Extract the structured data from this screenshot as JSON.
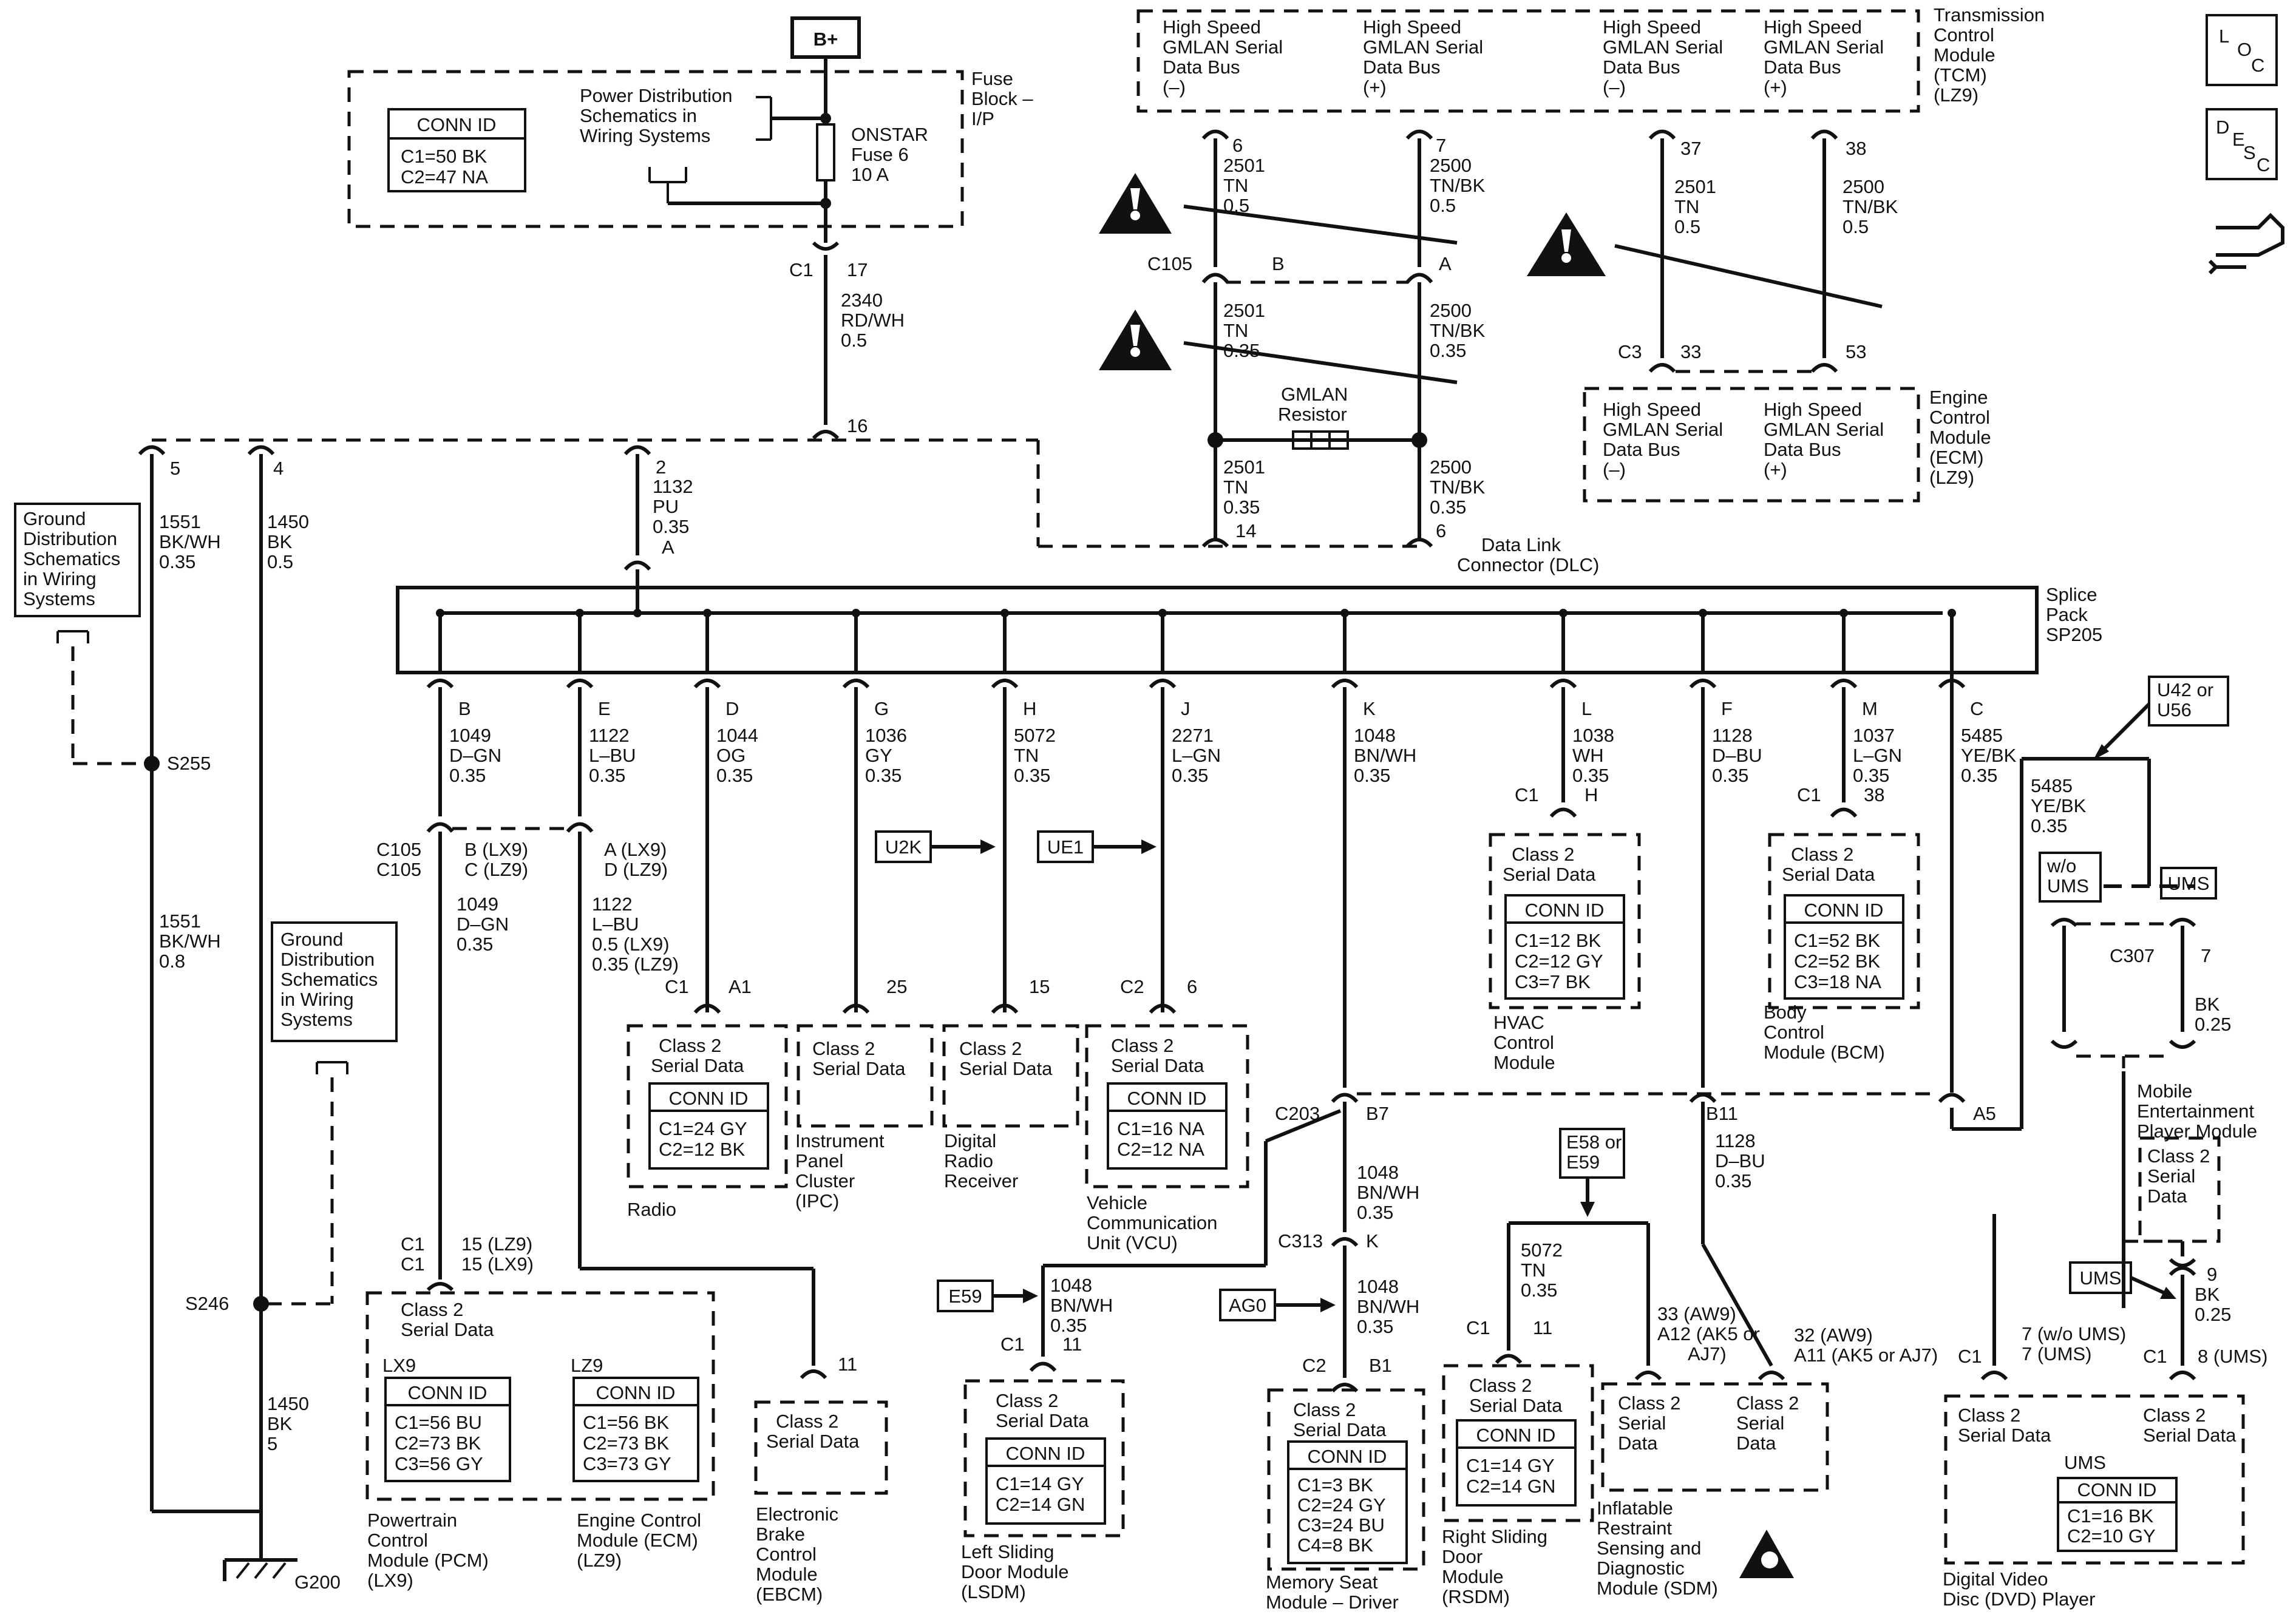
{
  "power": {
    "label": "B+"
  },
  "fuse_block": {
    "label": "Fuse Block – I/P",
    "conn_id_title": "CONN ID",
    "conn_id": [
      "C1=50 BK",
      "C2=47 NA"
    ],
    "power_dist": "Power Distribution Schematics in Wiring Systems",
    "fuse": "ONSTAR Fuse 6 10 A"
  },
  "feed": {
    "conn": "C1",
    "pin": "17",
    "circuit": "2340",
    "color": "RD/WH",
    "gauge": "0.5",
    "splice_pin": "16"
  },
  "ground": {
    "distribution_1": "Ground Distribution Schematics in Wiring Systems",
    "distribution_2": "Ground Distribution Schematics in Wiring Systems",
    "pin5": "5",
    "pin4": "4",
    "w1": [
      "1551",
      "BK/WH",
      "0.35"
    ],
    "w2": [
      "1450",
      "BK",
      "0.5"
    ],
    "w3": [
      "1551",
      "BK/WH",
      "0.8"
    ],
    "w4": [
      "1450",
      "BK",
      "5"
    ],
    "s255": "S255",
    "s246": "S246",
    "g200": "G200"
  },
  "dlc": {
    "label": "Data Link Connector (DLC)",
    "resistor": "GMLAN Resistor",
    "c105": "C105",
    "pins": [
      "6",
      "7",
      "B",
      "A",
      "14",
      "6"
    ],
    "w_top_left": [
      "2501",
      "TN",
      "0.5"
    ],
    "w_top_right": [
      "2500",
      "TN/BK",
      "0.5"
    ],
    "w_mid_left": [
      "2501",
      "TN",
      "0.35"
    ],
    "w_mid_right": [
      "2500",
      "TN/BK",
      "0.35"
    ],
    "w_bot_left": [
      "2501",
      "TN",
      "0.35"
    ],
    "w_bot_right": [
      "2500",
      "TN/BK",
      "0.35"
    ]
  },
  "tcm": {
    "label": "Transmission Control Module (TCM) (LZ9)",
    "buses": [
      "High Speed GMLAN Serial Data Bus (–)",
      "High Speed GMLAN Serial Data Bus (+)",
      "High Speed GMLAN Serial Data Bus (–)",
      "High Speed GMLAN Serial Data Bus (+)"
    ],
    "pins": [
      "37",
      "38"
    ],
    "w_left": [
      "2501",
      "TN",
      "0.5"
    ],
    "w_right": [
      "2500",
      "TN/BK",
      "0.5"
    ]
  },
  "ecm_top": {
    "label": "Engine Control Module (ECM) (LZ9)",
    "buses": [
      "High Speed GMLAN Serial Data Bus (–)",
      "High Speed GMLAN Serial Data Bus (+)"
    ],
    "conn": "C3",
    "pins": [
      "33",
      "53"
    ]
  },
  "splice_pack": {
    "label": "Splice Pack SP205",
    "input_pin": "A",
    "input_wire": [
      "2",
      "1132",
      "PU",
      "0.35"
    ]
  },
  "branches": [
    {
      "pin": "B",
      "wire": [
        "1049",
        "D–GN",
        "0.35"
      ]
    },
    {
      "pin": "E",
      "wire": [
        "1122",
        "L–BU",
        "0.35"
      ]
    },
    {
      "pin": "D",
      "wire": [
        "1044",
        "OG",
        "0.35"
      ]
    },
    {
      "pin": "G",
      "wire": [
        "1036",
        "GY",
        "0.35"
      ]
    },
    {
      "pin": "H",
      "wire": [
        "5072",
        "TN",
        "0.35"
      ]
    },
    {
      "pin": "J",
      "wire": [
        "2271",
        "L–GN",
        "0.35"
      ]
    },
    {
      "pin": "K",
      "wire": [
        "1048",
        "BN/WH",
        "0.35"
      ]
    },
    {
      "pin": "L",
      "wire": [
        "1038",
        "WH",
        "0.35"
      ]
    },
    {
      "pin": "F",
      "wire": [
        "1128",
        "D–BU",
        "0.35"
      ]
    },
    {
      "pin": "M",
      "wire": [
        "1037",
        "L–GN",
        "0.35"
      ]
    },
    {
      "pin": "C",
      "wire": [
        "5485",
        "YE/BK",
        "0.35"
      ]
    }
  ],
  "pcm_path": {
    "c105": "C105",
    "c105b": "C105",
    "pinB": "B (LX9)",
    "pinC": "C (LZ9)",
    "pinA": "A (LX9)",
    "pinD": "D (LZ9)",
    "w_b": [
      "1049",
      "D–GN",
      "0.35"
    ],
    "w_e": [
      "1122",
      "L–BU",
      "0.5 (LX9)",
      "0.35 (LZ9)"
    ]
  },
  "pcm": {
    "conn": [
      "C1",
      "C1"
    ],
    "pins": [
      "15 (LZ9)",
      "15 (LX9)"
    ],
    "title": "Class 2 Serial Data",
    "lx9": "LX9",
    "lz9": "LZ9",
    "conn_id_title": "CONN ID",
    "lx9_ids": [
      "C1=56 BU",
      "C2=73 BK",
      "C3=56 GY"
    ],
    "lz9_ids": [
      "C1=56 BK",
      "C2=73 BK",
      "C3=73 GY"
    ],
    "label_pcm": "Powertrain Control Module (PCM) (LX9)",
    "label_ecm": "Engine Control Module (ECM) (LZ9)"
  },
  "ebcm": {
    "pin": "11",
    "title": "Class 2 Serial Data",
    "label": "Electronic Brake Control Module (EBCM)"
  },
  "radio": {
    "conn": "C1",
    "pin": "A1",
    "title": "Class 2 Serial Data",
    "conn_id_title": "CONN ID",
    "ids": [
      "C1=24 GY",
      "C2=12 BK"
    ],
    "label": "Radio"
  },
  "ipc": {
    "pin": "25",
    "title": "Class 2 Serial Data",
    "label": "Instrument Panel Cluster (IPC)"
  },
  "drr": {
    "pin": "15",
    "title": "Class 2 Serial Data",
    "label": "Digital Radio Receiver",
    "option": "U2K"
  },
  "vcu": {
    "conn": "C2",
    "pin": "6",
    "title": "Class 2 Serial Data",
    "conn_id_title": "CONN ID",
    "ids": [
      "C1=16 NA",
      "C2=12 NA"
    ],
    "label": "Vehicle Communication Unit (VCU)",
    "option": "UE1"
  },
  "hvac": {
    "conn": "C1",
    "pin": "H",
    "title": "Class 2 Serial Data",
    "conn_id_title": "CONN ID",
    "ids": [
      "C1=12 BK",
      "C2=12 GY",
      "C3=7 BK"
    ],
    "label": "HVAC Control Module"
  },
  "bcm": {
    "conn": "C1",
    "pin": "38",
    "title": "Class 2 Serial Data",
    "conn_id_title": "CONN ID",
    "ids": [
      "C1=52 BK",
      "C2=52 BK",
      "C3=18 NA"
    ],
    "label": "Body Control Module (BCM)"
  },
  "c203": {
    "label": "C203",
    "pin_b7": "B7",
    "pin_b11": "B11",
    "pin_a5": "A5"
  },
  "c313": {
    "label": "C313",
    "pin": "K"
  },
  "k_path": {
    "w1": [
      "1048",
      "BN/WH",
      "0.35"
    ],
    "w2": [
      "1048",
      "BN/WH",
      "0.35"
    ]
  },
  "lsdm": {
    "option": "E59",
    "wire": [
      "1048",
      "BN/WH",
      "0.35"
    ],
    "conn": "C1",
    "pin": "11",
    "title": "Class 2 Serial Data",
    "conn_id_title": "CONN ID",
    "ids": [
      "C1=14 GY",
      "C2=14 GN"
    ],
    "label": "Left Sliding Door Module (LSDM)"
  },
  "msm": {
    "option": "AG0",
    "conn": "C2",
    "pin": "B1",
    "title": "Class 2 Serial Data",
    "conn_id_title": "CONN ID",
    "ids": [
      "C1=3 BK",
      "C2=24 GY",
      "C3=24 BU",
      "C4=8 BK"
    ],
    "label": "Memory Seat Module – Driver"
  },
  "rsdm": {
    "option": "E58 or E59",
    "wire": [
      "5072",
      "TN",
      "0.35"
    ],
    "conn": "C1",
    "pin": "11",
    "title": "Class 2 Serial Data",
    "conn_id_title": "CONN ID",
    "ids": [
      "C1=14 GY",
      "C2=14 GN"
    ],
    "label": "Right Sliding Door Module (RSDM)"
  },
  "sdm": {
    "pin1": "33 (AW9) A12 (AK5 or AJ7)",
    "pin2": "32 (AW9) A11 (AK5 or AJ7)",
    "title1": "Class 2 Serial Data",
    "title2": "Class 2 Serial Data",
    "label": "Inflatable Restraint Sensing and Diagnostic Module (SDM)",
    "wire": [
      "1128",
      "D–BU",
      "0.35"
    ]
  },
  "mepm": {
    "option": "U42 or U56",
    "wire": [
      "5485",
      "YE/BK",
      "0.35"
    ],
    "wo_ums": "w/o UMS",
    "ums": "UMS",
    "c307": "C307",
    "pin": "7",
    "w_bk": [
      "BK",
      "0.25"
    ],
    "label": "Mobile Entertainment Player Module",
    "title": "Class 2 Serial Data"
  },
  "dvd": {
    "ums": "UMS",
    "pin9": "9",
    "w_bk": [
      "BK",
      "0.25"
    ],
    "c1a": "C1",
    "pins_a": [
      "7 (w/o UMS)",
      "7 (UMS)"
    ],
    "c1b": "C1",
    "pin_b": "8 (UMS)",
    "title1": "Class 2 Serial Data",
    "title2": "Class 2 Serial Data",
    "ums_label": "UMS",
    "conn_id_title": "CONN ID",
    "ids": [
      "C1=16 BK",
      "C2=10 GY"
    ],
    "label": "Digital Video Disc (DVD) Player"
  },
  "legend": {
    "loc": [
      "L",
      "O",
      "C"
    ],
    "desc": [
      "D",
      "E",
      "S",
      "C"
    ]
  }
}
